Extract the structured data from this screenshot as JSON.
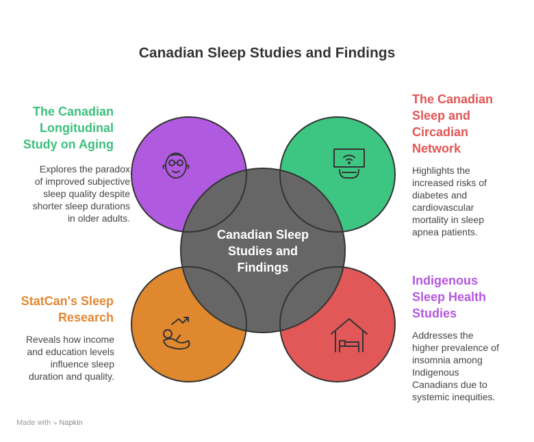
{
  "title": "Canadian Sleep Studies and Findings",
  "center": {
    "lines": [
      "Canadian Sleep",
      "Studies and",
      "Findings"
    ],
    "color": "#666666"
  },
  "sections": {
    "top_left": {
      "heading_lines": [
        "The Canadian",
        "Longitudinal",
        "Study on Aging"
      ],
      "description_lines": [
        "Explores the paradox",
        "of improved subjective",
        "sleep quality despite",
        "shorter sleep durations",
        "in older adults."
      ],
      "color": "#3cc07c",
      "circle_color": "#b05ae0",
      "icon": "elderly-face-icon"
    },
    "top_right": {
      "heading_lines": [
        "The Canadian",
        "Sleep and",
        "Circadian",
        "Network"
      ],
      "description_lines": [
        "Highlights the",
        "increased risks of",
        "diabetes and",
        "cardiovascular",
        "mortality in sleep",
        "apnea patients."
      ],
      "color": "#e25454",
      "circle_color": "#3dc682",
      "icon": "cpap-mask-icon"
    },
    "bottom_left": {
      "heading_lines": [
        "StatCan's Sleep",
        "Research"
      ],
      "description_lines": [
        "Reveals how income",
        "and education levels",
        "influence sleep",
        "duration and quality."
      ],
      "color": "#e08832",
      "circle_color": "#e0882e",
      "icon": "sleeping-person-trend-icon"
    },
    "bottom_right": {
      "heading_lines": [
        "Indigenous",
        "Sleep Health",
        "Studies"
      ],
      "description_lines": [
        "Addresses the",
        "higher prevalence of",
        "insomnia among",
        "Indigenous",
        "Canadians due to",
        "systemic inequities."
      ],
      "color": "#b457e0",
      "circle_color": "#e25757",
      "icon": "house-bed-icon"
    }
  },
  "footer": {
    "made_with": "Made with",
    "brand": "Napkin"
  }
}
